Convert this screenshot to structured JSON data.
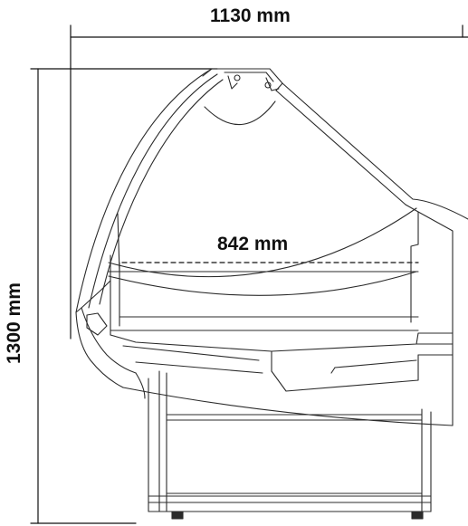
{
  "dimensions": {
    "overall_width": "1130 mm",
    "overall_height": "1300 mm",
    "inner_depth": "842 mm"
  },
  "colors": {
    "line": "#2b2b2b",
    "dim_line": "#111111",
    "background": "#ffffff"
  }
}
